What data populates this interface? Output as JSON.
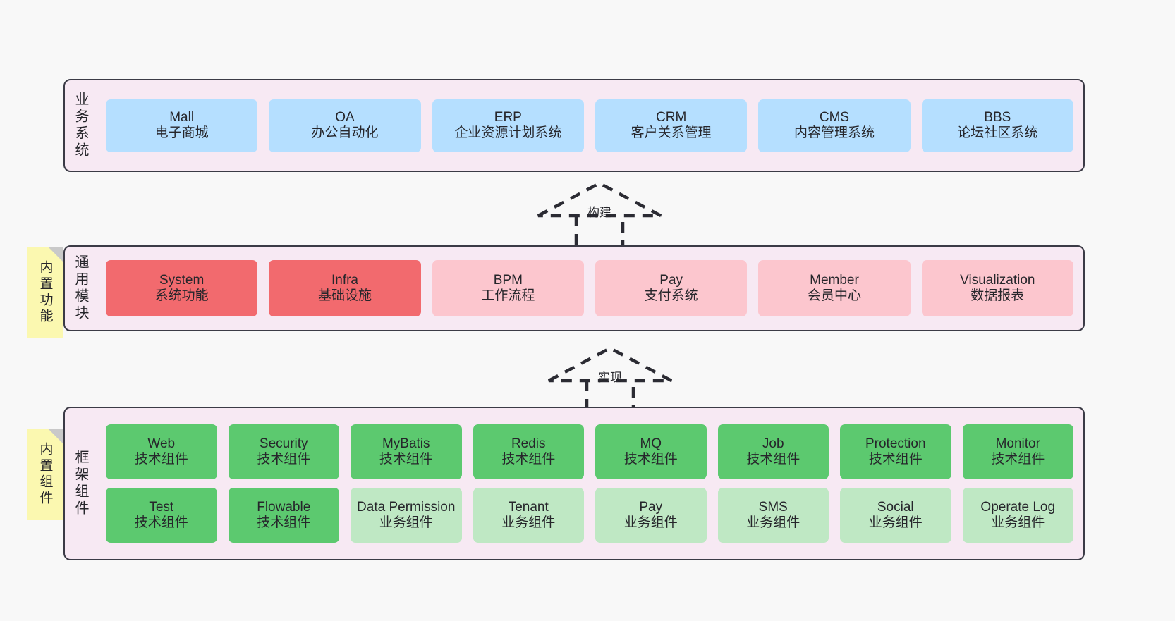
{
  "colors": {
    "background": "#f8f8f8",
    "layer_fill": "#f7e9f3",
    "layer_border": "#3b3b46",
    "sticky_fill": "#fbf8b0",
    "sticky_fold": "#c9c9c9",
    "blue": "#b5dfff",
    "red": "#f26a6e",
    "pink": "#fcc6ce",
    "green": "#5cc96f",
    "light_green": "#bfe8c4",
    "text": "#26262b"
  },
  "layers": {
    "business": {
      "title": "业务系统",
      "cards": [
        {
          "name": "Mall",
          "sub": "电子商城",
          "color": "blue"
        },
        {
          "name": "OA",
          "sub": "办公自动化",
          "color": "blue"
        },
        {
          "name": "ERP",
          "sub": "企业资源计划系统",
          "color": "blue"
        },
        {
          "name": "CRM",
          "sub": "客户关系管理",
          "color": "blue"
        },
        {
          "name": "CMS",
          "sub": "内容管理系统",
          "color": "blue"
        },
        {
          "name": "BBS",
          "sub": "论坛社区系统",
          "color": "blue"
        }
      ]
    },
    "common": {
      "title": "通用模块",
      "sticky": "内置功能",
      "cards": [
        {
          "name": "System",
          "sub": "系统功能",
          "color": "red"
        },
        {
          "name": "Infra",
          "sub": "基础设施",
          "color": "red"
        },
        {
          "name": "BPM",
          "sub": "工作流程",
          "color": "pink"
        },
        {
          "name": "Pay",
          "sub": "支付系统",
          "color": "pink"
        },
        {
          "name": "Member",
          "sub": "会员中心",
          "color": "pink"
        },
        {
          "name": "Visualization",
          "sub": "数据报表",
          "color": "pink"
        }
      ]
    },
    "framework": {
      "title": "框架组件",
      "sticky": "内置组件",
      "row1": [
        {
          "name": "Web",
          "sub": "技术组件",
          "color": "green"
        },
        {
          "name": "Security",
          "sub": "技术组件",
          "color": "green"
        },
        {
          "name": "MyBatis",
          "sub": "技术组件",
          "color": "green"
        },
        {
          "name": "Redis",
          "sub": "技术组件",
          "color": "green"
        },
        {
          "name": "MQ",
          "sub": "技术组件",
          "color": "green"
        },
        {
          "name": "Job",
          "sub": "技术组件",
          "color": "green"
        },
        {
          "name": "Protection",
          "sub": "技术组件",
          "color": "green"
        },
        {
          "name": "Monitor",
          "sub": "技术组件",
          "color": "green"
        }
      ],
      "row2": [
        {
          "name": "Test",
          "sub": "技术组件",
          "color": "green"
        },
        {
          "name": "Flowable",
          "sub": "技术组件",
          "color": "green"
        },
        {
          "name": "Data Permission",
          "sub": "业务组件",
          "color": "light_green"
        },
        {
          "name": "Tenant",
          "sub": "业务组件",
          "color": "light_green"
        },
        {
          "name": "Pay",
          "sub": "业务组件",
          "color": "light_green"
        },
        {
          "name": "SMS",
          "sub": "业务组件",
          "color": "light_green"
        },
        {
          "name": "Social",
          "sub": "业务组件",
          "color": "light_green"
        },
        {
          "name": "Operate Log",
          "sub": "业务组件",
          "color": "light_green"
        }
      ]
    }
  },
  "arrows": [
    {
      "label": "构建",
      "direction": "up",
      "style": "dashed-generalization"
    },
    {
      "label": "实现",
      "direction": "up",
      "style": "dashed-generalization"
    }
  ]
}
